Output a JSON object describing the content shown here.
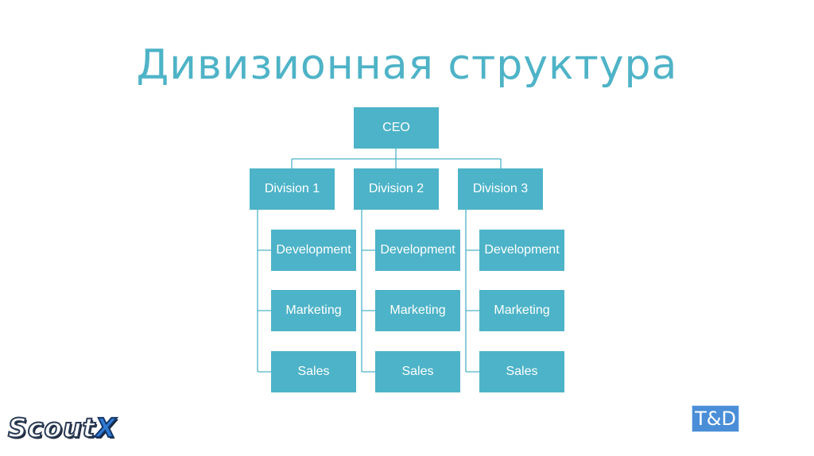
{
  "title": "Дивизионная структура",
  "colors": {
    "box_fill": "#4db3c8",
    "title_text": "#4eb3c7",
    "connector": "#4db3c8"
  },
  "org": {
    "ceo": "CEO",
    "divisions": [
      {
        "label": "Division 1",
        "departments": [
          "Development",
          "Marketing",
          "Sales"
        ]
      },
      {
        "label": "Division 2",
        "departments": [
          "Development",
          "Marketing",
          "Sales"
        ]
      },
      {
        "label": "Division 3",
        "departments": [
          "Development",
          "Marketing",
          "Sales"
        ]
      }
    ]
  },
  "logos": {
    "left": "ScoutX",
    "right": "T&D"
  }
}
